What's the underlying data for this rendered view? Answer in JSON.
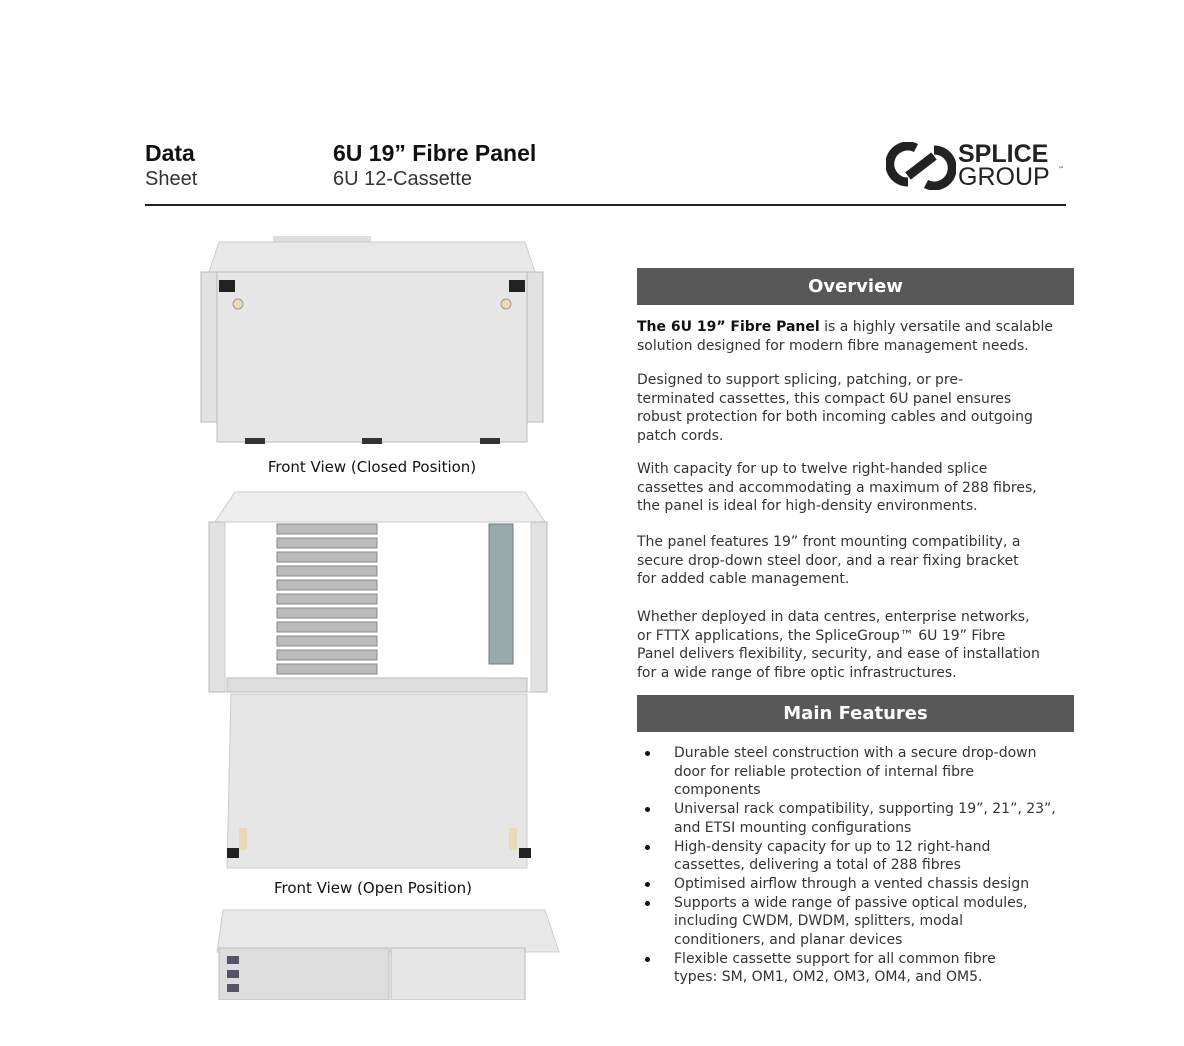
{
  "header": {
    "doc_type_bold": "Data",
    "doc_type": "Sheet",
    "title": "6U 19” Fibre Panel",
    "subtitle": "6U 12-Cassette",
    "logo": {
      "line1": "SPLICE",
      "line2": "GROUP",
      "tm": "™"
    }
  },
  "images": [
    {
      "caption": "Front View (Closed Position)"
    },
    {
      "caption": "Front View (Open Position)"
    }
  ],
  "overview": {
    "heading": "Overview",
    "p1": {
      "bold": "The 6U 19” Fibre Panel",
      "rest": " is a highly versatile and scalable",
      "line2": "solution designed for modern fibre management needs."
    },
    "paragraphs": [
      [
        "Designed to support splicing, patching, or pre-",
        "terminated cassettes, this compact 6U panel ensures",
        "robust protection for both incoming cables and outgoing",
        "patch cords."
      ],
      [
        "With capacity for up to twelve right-handed splice",
        "cassettes and accommodating a maximum of 288 fibres,",
        "the panel is ideal for high-density environments."
      ],
      [
        "The panel features 19” front mounting compatibility, a",
        "secure drop-down steel door, and a rear fixing bracket",
        "for added cable management."
      ],
      [
        "Whether deployed in data centres, enterprise networks,",
        "or FTTX applications, the SpliceGroup™ 6U 19” Fibre",
        "Panel delivers flexibility, security, and ease of installation",
        "for a wide range of fibre optic infrastructures."
      ]
    ]
  },
  "features": {
    "heading": "Main Features",
    "items": [
      [
        "Durable steel construction with a secure drop-down",
        "door for reliable protection of internal fibre",
        "components"
      ],
      [
        "Universal rack compatibility, supporting 19”, 21”, 23”,",
        "and ETSI mounting configurations"
      ],
      [
        "High-density capacity for up to 12 right-hand",
        "cassettes, delivering a total of 288 fibres"
      ],
      [
        "Optimised airflow through a vented chassis design"
      ],
      [
        "Supports a wide range of passive optical modules,",
        "including CWDM, DWDM, splitters, modal",
        "conditioners, and planar devices"
      ],
      [
        "Flexible cassette support for all common fibre",
        "types: SM, OM1, OM2, OM3, OM4, and OM5."
      ]
    ]
  }
}
